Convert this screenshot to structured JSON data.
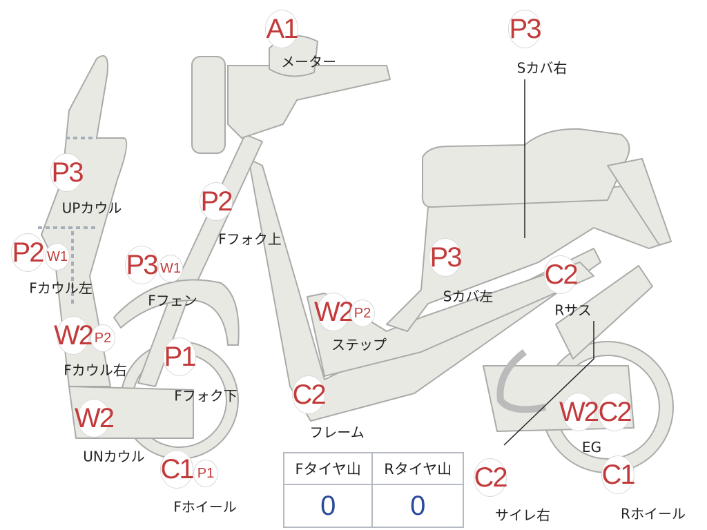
{
  "colors": {
    "part_fill": "#e9e9e4",
    "part_stroke": "#a9aba8",
    "code": "#c23a3a",
    "value": "#2a4a9a"
  },
  "parts": [
    {
      "code": "A1",
      "label": "メーター"
    },
    {
      "code": "P3",
      "label": "Sカバ右"
    },
    {
      "code": "P3",
      "label": "UPカウル"
    },
    {
      "code": "P2",
      "sub": "W1",
      "label": "Fカウル左"
    },
    {
      "code": "P3",
      "sub": "W1",
      "label": "Fフェン"
    },
    {
      "code": "P2",
      "label": "Fフォク上"
    },
    {
      "code": "P3",
      "label": "Sカバ左"
    },
    {
      "code": "C2",
      "label": "Rサス"
    },
    {
      "code": "W2",
      "sub": "P2",
      "label": "ステップ"
    },
    {
      "code": "W2",
      "sub": "P2",
      "label": "Fカウル右"
    },
    {
      "code": "P1",
      "label": "Fフォク下"
    },
    {
      "code": "C2",
      "label": "フレーム"
    },
    {
      "code": "W2",
      "label": "UNカウル"
    },
    {
      "code": "C1",
      "sub": "P1",
      "label": "Fホイール"
    },
    {
      "code": "C2",
      "label": "サイレ右"
    },
    {
      "code": "W2",
      "sub": "C2",
      "label": "EG"
    },
    {
      "code": "C1",
      "label": "Rホイール"
    }
  ],
  "tires": {
    "front_label": "Fタイヤ山",
    "rear_label": "Rタイヤ山",
    "front_value": "0",
    "rear_value": "0"
  }
}
